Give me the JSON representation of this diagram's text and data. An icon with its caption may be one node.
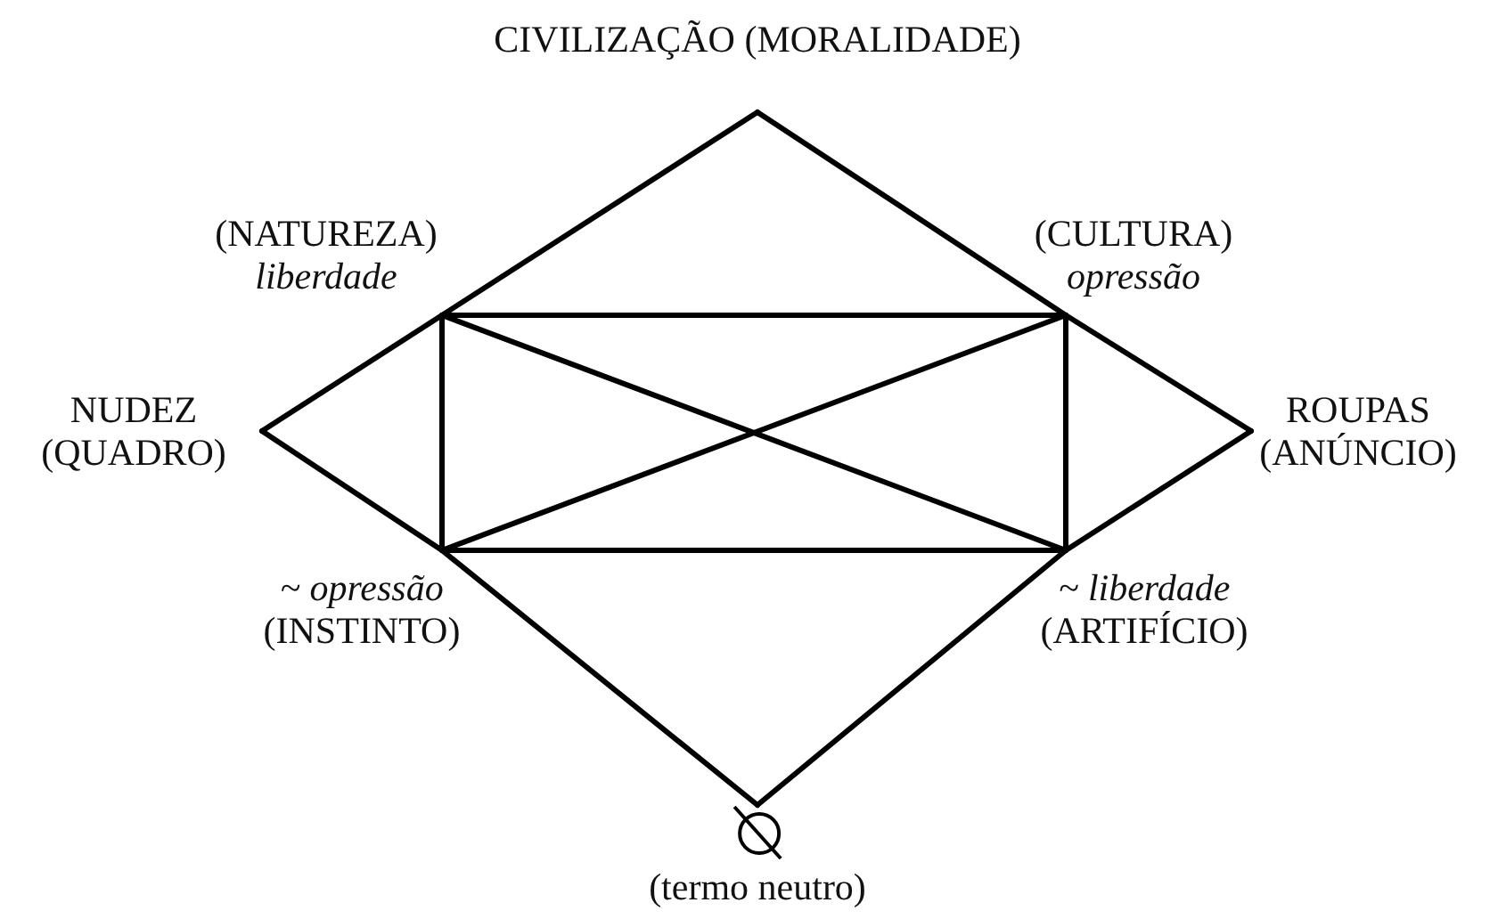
{
  "diagram": {
    "nodes": [
      {
        "text": [
          "CIVILIZAÇÃO (MORALIDADE)"
        ]
      },
      {
        "text": [
          "(NATUREZA)",
          "liberdade"
        ]
      },
      {
        "text": [
          "(CULTURA)",
          "opressão"
        ]
      },
      {
        "text": [
          "NUDEZ",
          "(QUADRO)"
        ]
      },
      {
        "text": [
          "ROUPAS",
          "(ANÚNCIO)"
        ]
      },
      {
        "text": [
          "~ opressão",
          "(INSTINTO)"
        ]
      },
      {
        "text": [
          "~ liberdade",
          "(ARTIFÍCIO)"
        ]
      },
      {
        "text": [
          "(termo neutro)"
        ]
      }
    ],
    "edges": [
      {
        "from": 0,
        "to": 1,
        "arrow": "none"
      },
      {
        "from": 1,
        "to": 3,
        "arrow": "none"
      },
      {
        "from": 3,
        "to": 5,
        "arrow": "none"
      },
      {
        "from": 5,
        "to": 7,
        "arrow": "none"
      },
      {
        "from": 7,
        "to": 6,
        "arrow": "none"
      },
      {
        "from": 6,
        "to": 4,
        "arrow": "none"
      },
      {
        "from": 4,
        "to": 2,
        "arrow": "none"
      },
      {
        "from": 2,
        "to": 0,
        "arrow": "none"
      },
      {
        "from": 1,
        "to": 2,
        "arrow": "none"
      },
      {
        "from": 2,
        "to": 6,
        "arrow": "none"
      },
      {
        "from": 6,
        "to": 5,
        "arrow": "none"
      },
      {
        "from": 5,
        "to": 1,
        "arrow": "none"
      },
      {
        "from": 1,
        "to": 6,
        "arrow": "none"
      },
      {
        "from": 2,
        "to": 5,
        "arrow": "none"
      }
    ]
  }
}
